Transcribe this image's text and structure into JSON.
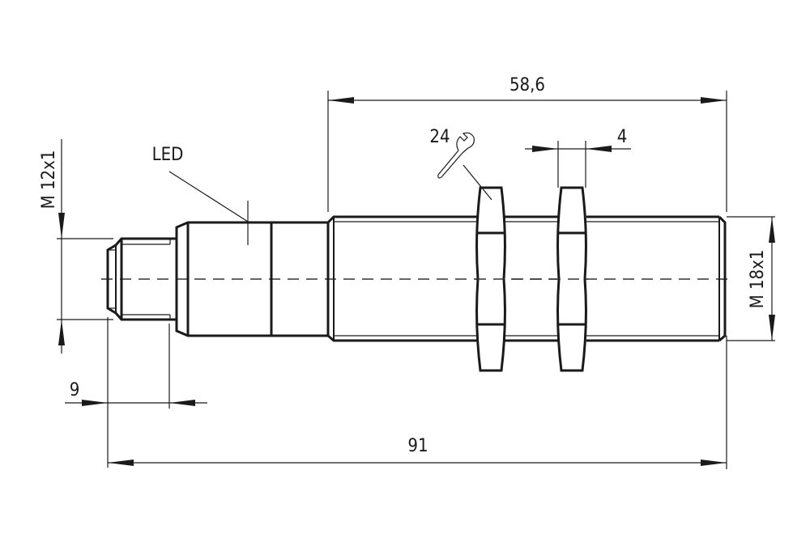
{
  "drawing": {
    "title": "Sensor dimension drawing",
    "units": "mm",
    "colors": {
      "line": "#1a1a1a",
      "background": "#ffffff"
    }
  },
  "labels": {
    "led": "LED",
    "connector_thread": "M 12x1",
    "body_thread": "M 18x1",
    "wrench_size": "24",
    "wrench_icon": "wrench-icon"
  },
  "dimensions": {
    "thread_length": "58,6",
    "nut_thickness": "4",
    "connector_length": "9",
    "overall_length": "91"
  }
}
